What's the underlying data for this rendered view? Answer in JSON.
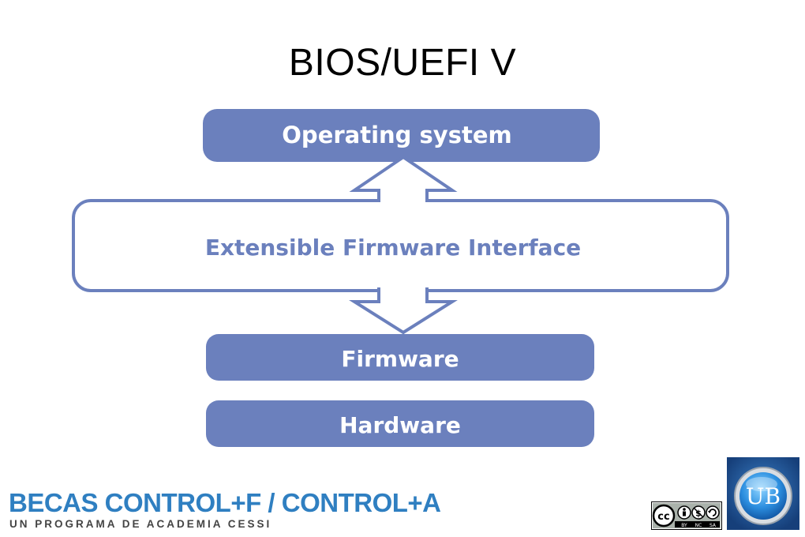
{
  "slide": {
    "title": "BIOS/UEFI V"
  },
  "diagram": {
    "os_label": "Operating system",
    "efi_label": "Extensible Firmware Interface",
    "firmware_label": "Firmware",
    "hardware_label": "Hardware"
  },
  "footer": {
    "brand": "BECAS CONTROL+F / CONTROL+A",
    "subtitle": "UN PROGRAMA DE ACADEMIA CESSI"
  },
  "license": {
    "cc": "cc",
    "by": "BY",
    "nc": "NC",
    "sa": "SA"
  },
  "logo": {
    "text": "UB"
  },
  "colors": {
    "block_fill": "#6b80bd",
    "outline": "#6b80bd",
    "brand_blue": "#2f7fc1",
    "title": "#000000"
  }
}
